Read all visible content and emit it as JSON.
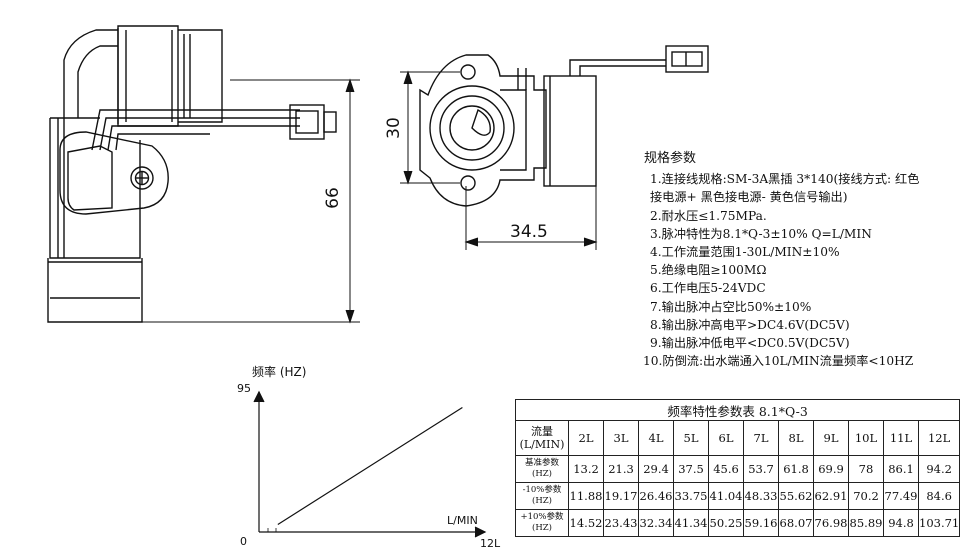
{
  "dimensions": {
    "height": "66",
    "hole_spacing": "30",
    "width": "34.5"
  },
  "specs": {
    "title": "规格参数",
    "items": [
      "1.连接线规格:SM-3A黑插 3*140(接线方式: 红色",
      "接电源+ 黑色接电源- 黄色信号输出)",
      "2.耐水压≤1.75MPa.",
      "3.脉冲特性为8.1*Q-3±10% Q=L/MIN",
      "4.工作流量范围1-30L/MIN±10%",
      "5.绝缘电阻≥100MΩ",
      "6.工作电压5-24VDC",
      "7.输出脉冲占空比50%±10%",
      "8.输出脉冲高电平>DC4.6V(DC5V)",
      "9.输出脉冲低电平<DC0.5V(DC5V)",
      "10.防倒流:出水端通入10L/MIN流量频率<10HZ"
    ]
  },
  "chart_data": {
    "type": "line",
    "ylabel": "频率 (HZ)",
    "xlabel": "L/MIN",
    "y_top_tick": "95",
    "x_right_tick": "12L",
    "origin": "0",
    "xlim": [
      0,
      12
    ],
    "ylim": [
      0,
      95
    ],
    "series": [
      {
        "x": [
          1,
          10.8
        ],
        "y": [
          5.1,
          84.5
        ]
      }
    ]
  },
  "table": {
    "caption": "频率特性参数表 8.1*Q-3",
    "header_label": [
      "流量",
      "(L/MIN)"
    ],
    "flows": [
      "2L",
      "3L",
      "4L",
      "5L",
      "6L",
      "7L",
      "8L",
      "9L",
      "10L",
      "11L",
      "12L"
    ],
    "rows": [
      {
        "label": [
          "基准参数",
          "(HZ)"
        ],
        "values": [
          "13.2",
          "21.3",
          "29.4",
          "37.5",
          "45.6",
          "53.7",
          "61.8",
          "69.9",
          "78",
          "86.1",
          "94.2"
        ]
      },
      {
        "label": [
          "-10%参数",
          "(HZ)"
        ],
        "values": [
          "11.88",
          "19.17",
          "26.46",
          "33.75",
          "41.04",
          "48.33",
          "55.62",
          "62.91",
          "70.2",
          "77.49",
          "84.6"
        ]
      },
      {
        "label": [
          "+10%参数",
          "(HZ)"
        ],
        "values": [
          "14.52",
          "23.43",
          "32.34",
          "41.34",
          "50.25",
          "59.16",
          "68.07",
          "76.98",
          "85.89",
          "94.8",
          "103.71"
        ]
      }
    ]
  }
}
